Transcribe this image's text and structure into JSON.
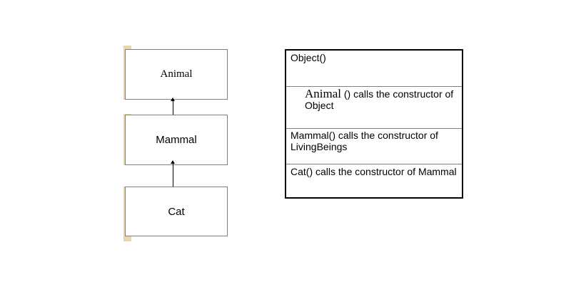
{
  "hierarchy": {
    "classes": [
      {
        "name": "Animal"
      },
      {
        "name": "Mammal"
      },
      {
        "name": "Cat"
      }
    ]
  },
  "constructor_table": {
    "rows": [
      {
        "text": "Object()"
      },
      {
        "class_name": "Animal",
        "text": " () calls the constructor of Object"
      },
      {
        "text": "Mammal() calls the constructor of LivingBeings"
      },
      {
        "text": "Cat() calls the constructor of Mammal"
      }
    ]
  }
}
